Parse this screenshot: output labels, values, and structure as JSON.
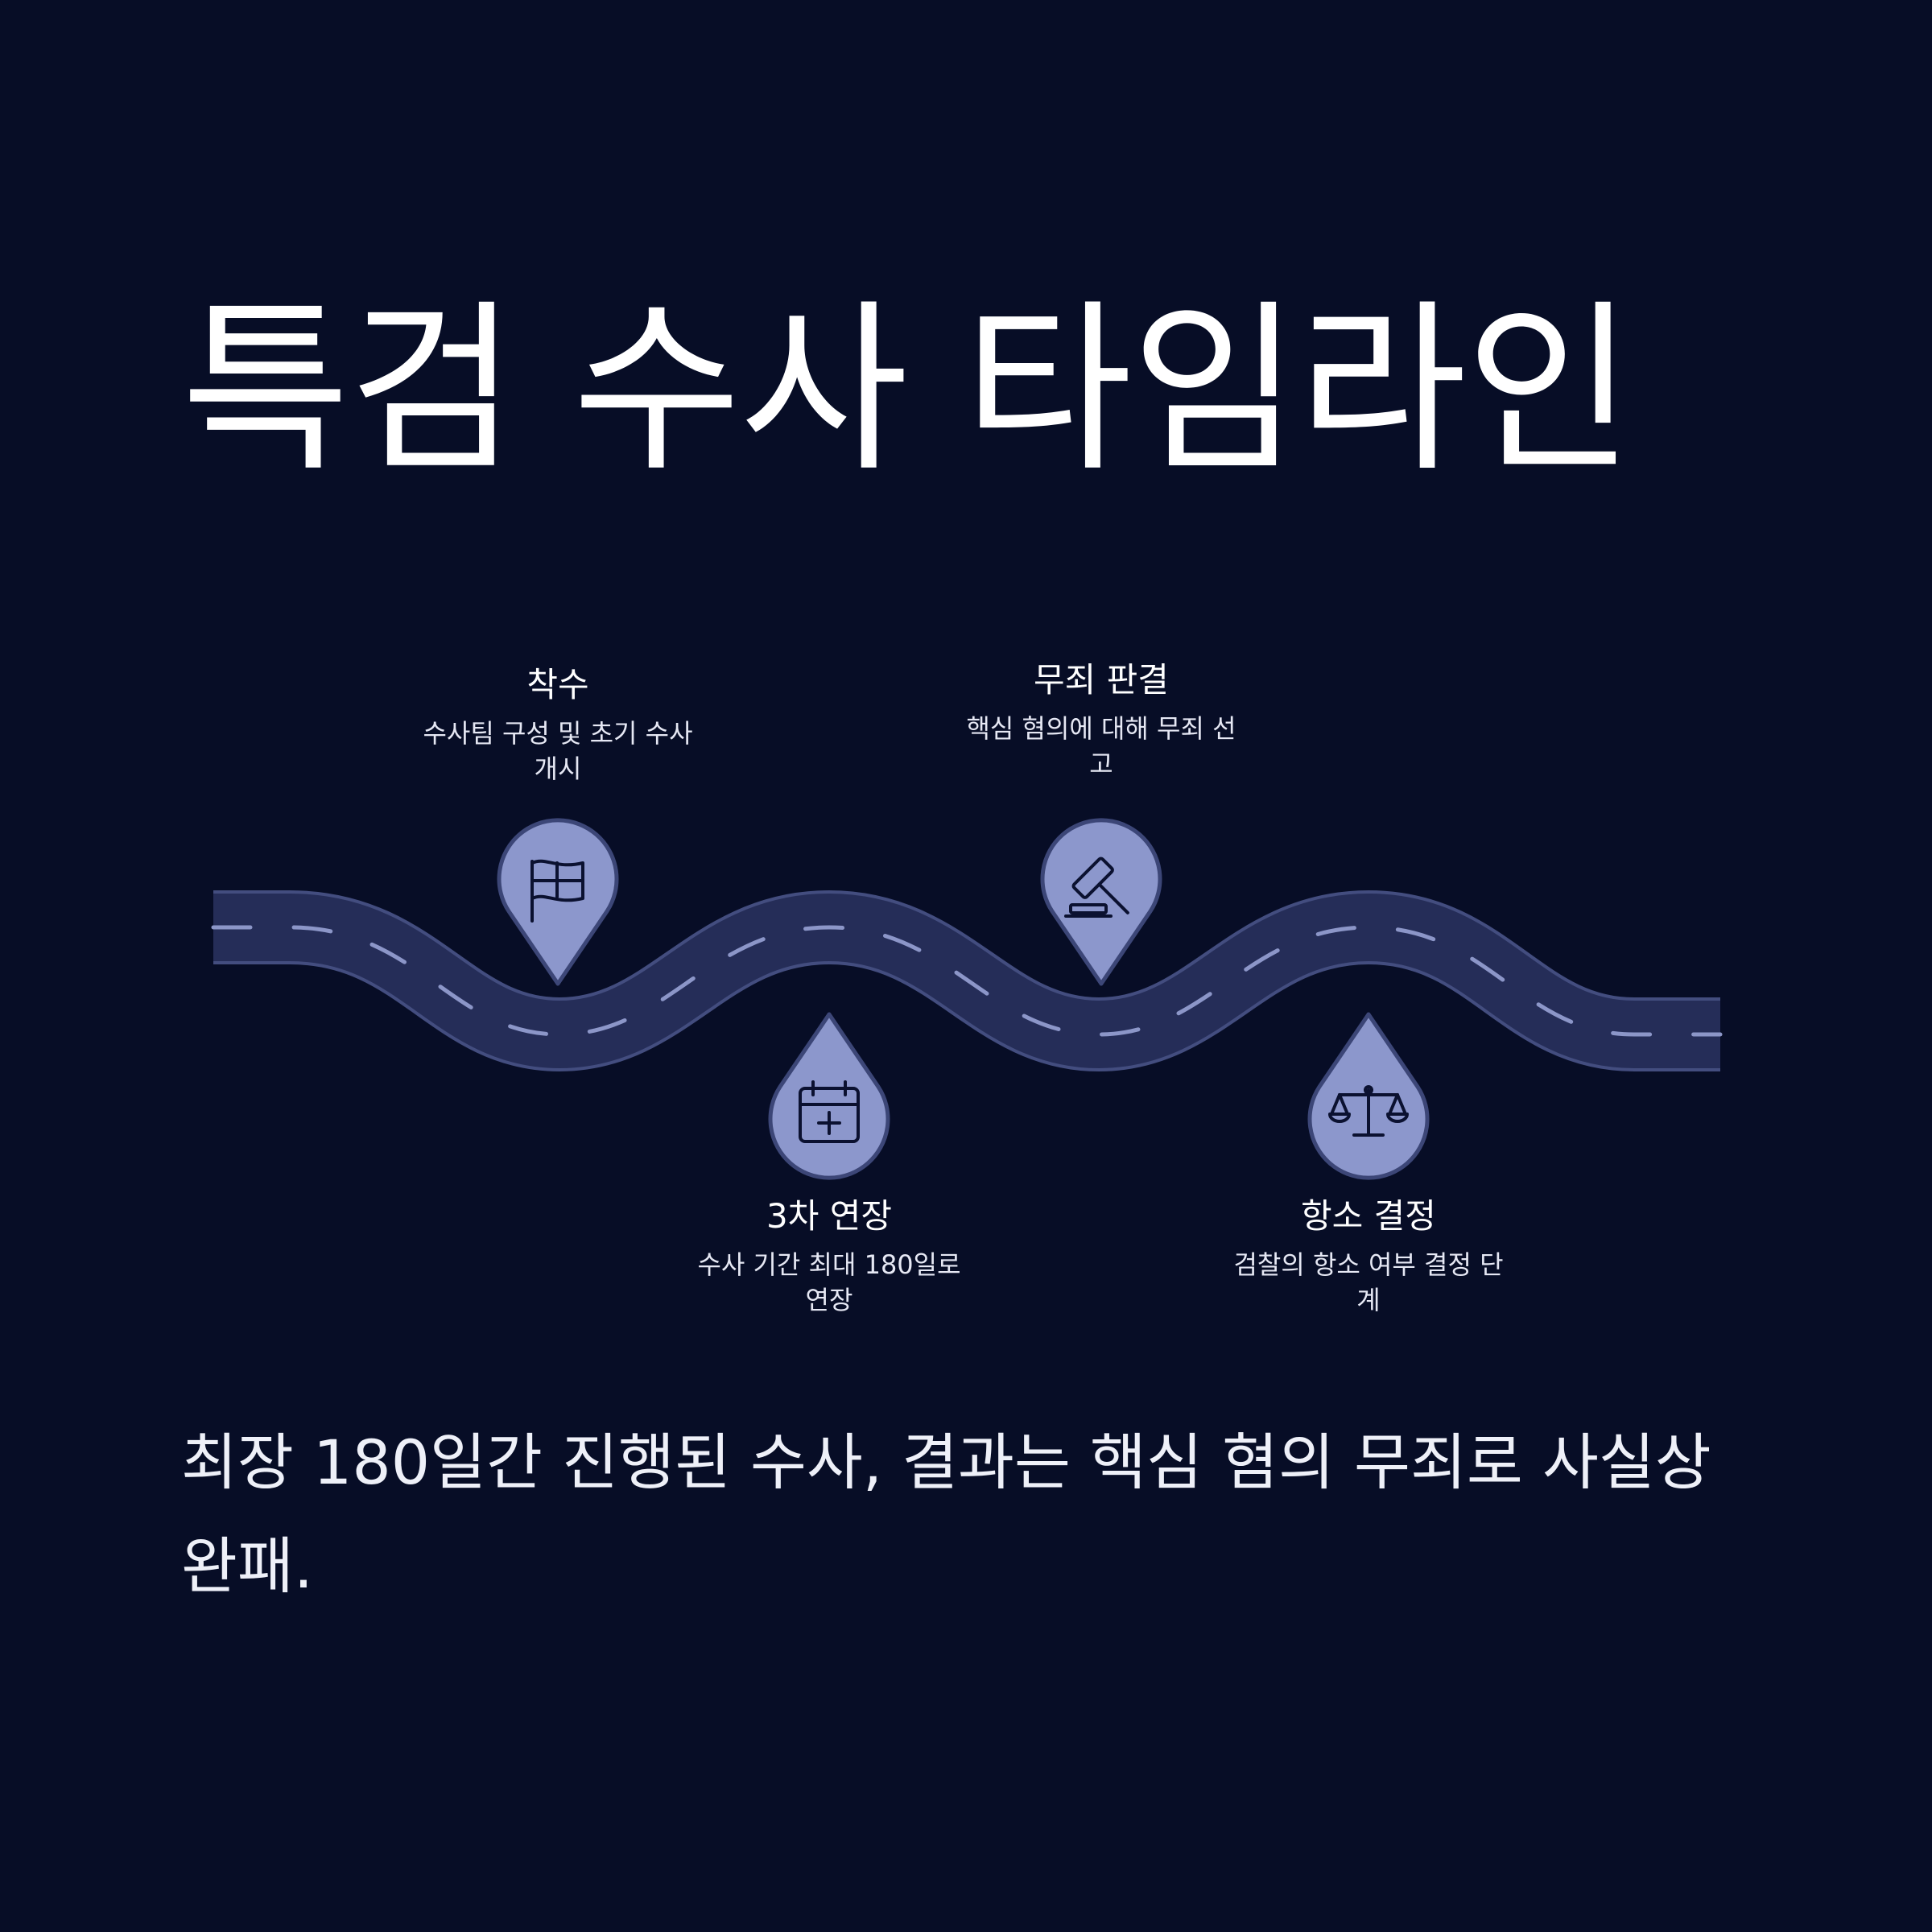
{
  "title": "특검 수사 타임라인",
  "milestones": [
    {
      "title": "착수",
      "desc": "수사팀 구성 및 초기 수사 개시",
      "icon": "flag-icon"
    },
    {
      "title": "3차 연장",
      "desc": "수사 기간 최대 180일로 연장",
      "icon": "calendar-plus-icon"
    },
    {
      "title": "무죄 판결",
      "desc": "핵심 혐의에 대해 무죄 선고",
      "icon": "gavel-icon"
    },
    {
      "title": "항소 결정",
      "desc": "검찰의 항소 여부 결정 단계",
      "icon": "scales-icon"
    }
  ],
  "summary": "최장 180일간 진행된 수사, 결과는 핵심 혐의 무죄로 사실상 완패.",
  "colors": {
    "background": "#070d26",
    "road": "#252d58",
    "road_edge": "#434d7f",
    "lane_marks": "#8c96c8",
    "pin": "#8c97cc",
    "pin_edge": "#3c4677",
    "icon_stroke": "#0b1130"
  }
}
